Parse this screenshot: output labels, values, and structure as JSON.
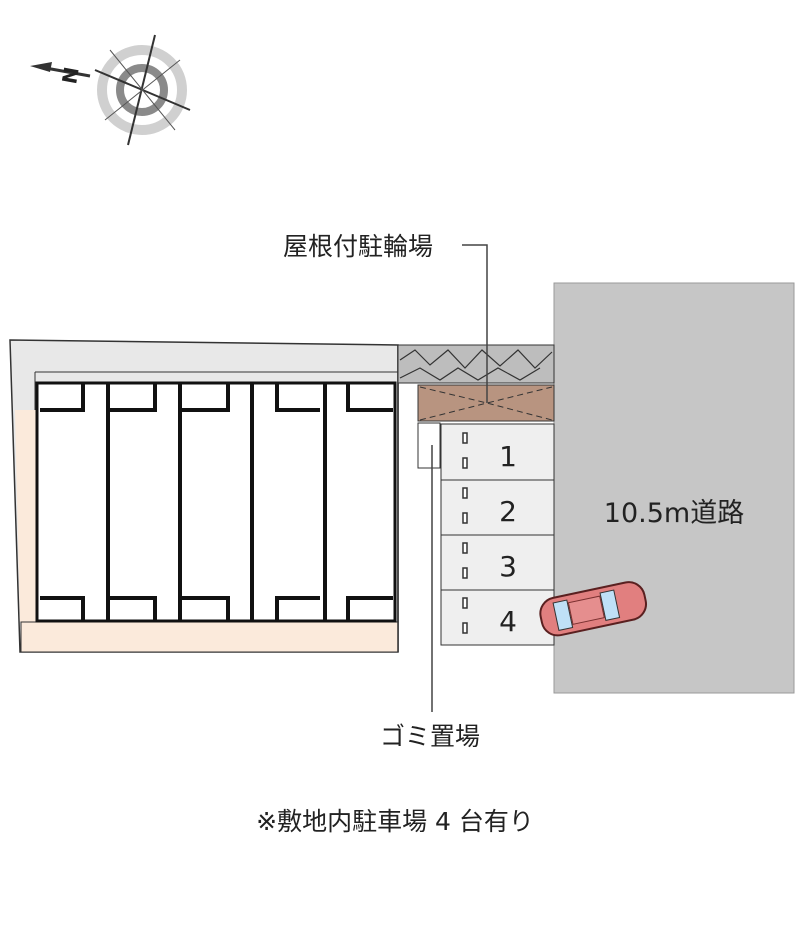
{
  "compass": {
    "north_label": "N"
  },
  "labels": {
    "bicycle_parking": "屋根付駐輪場",
    "garbage": "ゴミ置場",
    "road": "10.5m道路",
    "footnote": "※敷地内駐車場 4 台有り"
  },
  "parking_spaces": [
    "1",
    "2",
    "3",
    "4"
  ],
  "colors": {
    "road": "#c6c6c6",
    "yard": "#fbeadb",
    "walkway": "#e8e8e8",
    "bike_roof": "#b89480",
    "car": "#e17f7f",
    "parking": "#efefef"
  }
}
